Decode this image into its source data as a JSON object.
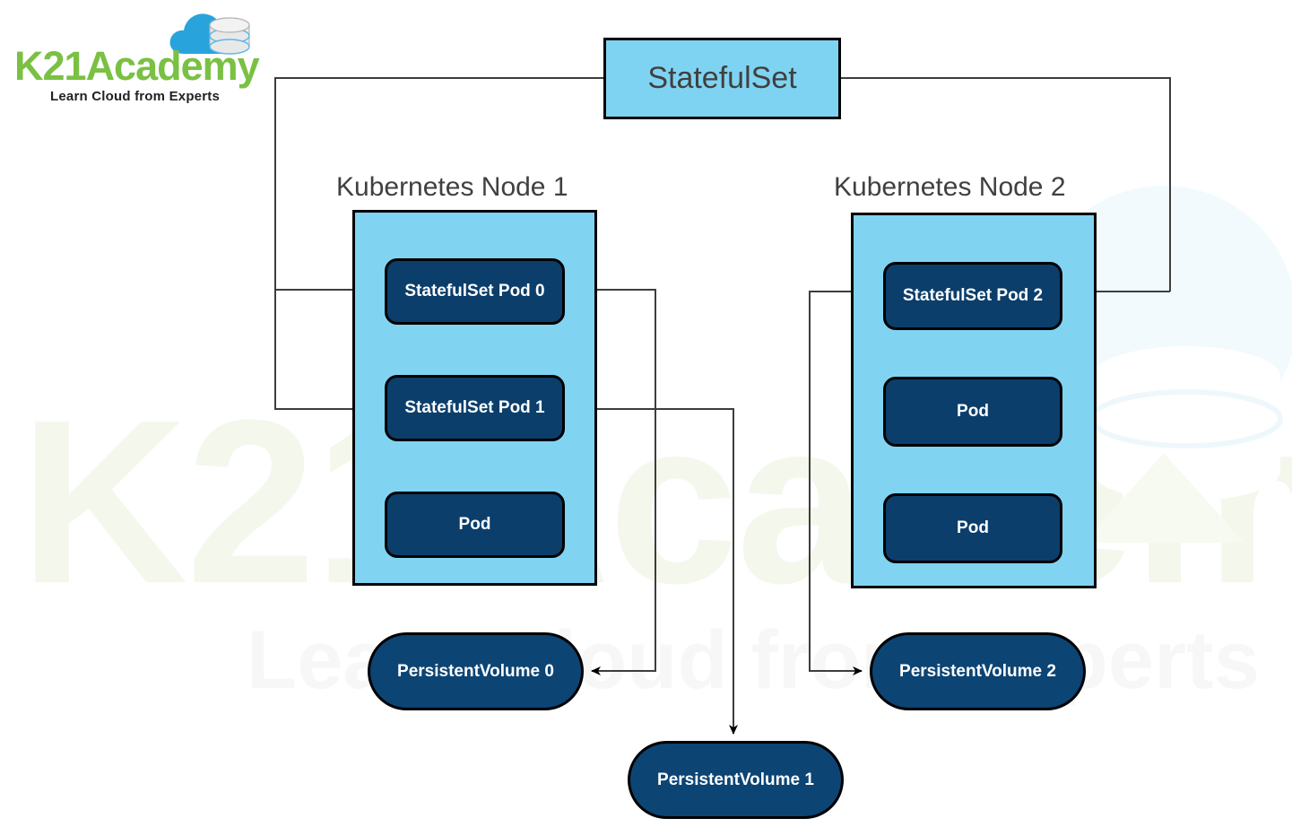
{
  "brand": {
    "logo_text_primary": "K21",
    "logo_text_secondary": "Academy",
    "logo_tagline": "Learn Cloud from Experts",
    "logo_icon": "cloud-database-icon",
    "watermark_text": "K21Academy",
    "watermark_tagline": "Learn Cloud from Experts",
    "green": "#7ac143",
    "blue": "#29a3dc"
  },
  "diagram": {
    "title": "StatefulSet",
    "controller": {
      "label": "StatefulSet"
    },
    "nodes": [
      {
        "title": "Kubernetes Node 1",
        "pods": [
          {
            "label": "StatefulSet Pod 0"
          },
          {
            "label": "StatefulSet Pod 1"
          },
          {
            "label": "Pod"
          }
        ]
      },
      {
        "title": "Kubernetes Node 2",
        "pods": [
          {
            "label": "StatefulSet Pod 2"
          },
          {
            "label": "Pod"
          },
          {
            "label": "Pod"
          }
        ]
      }
    ],
    "volumes": [
      {
        "label": "PersistentVolume 0"
      },
      {
        "label": "PersistentVolume 1"
      },
      {
        "label": "PersistentVolume 2"
      }
    ],
    "colors": {
      "controller_fill": "#7FD3F2",
      "node_fill": "#80D4F2",
      "pod_fill": "#0B3E6B",
      "volume_fill": "#0C4474",
      "stroke": "#000000",
      "edge": "#3a3a3a",
      "text_dark": "#404040",
      "text_light": "#ffffff"
    },
    "edges": [
      {
        "from": "StatefulSet",
        "to": "StatefulSet Pod 0",
        "arrow": "to"
      },
      {
        "from": "StatefulSet",
        "to": "StatefulSet Pod 1",
        "arrow": "to"
      },
      {
        "from": "StatefulSet",
        "to": "StatefulSet Pod 2",
        "arrow": "to"
      },
      {
        "from": "StatefulSet Pod 0",
        "to": "PersistentVolume 0",
        "arrow": "to"
      },
      {
        "from": "StatefulSet Pod 1",
        "to": "PersistentVolume 1",
        "arrow": "to"
      },
      {
        "from": "StatefulSet Pod 2",
        "to": "PersistentVolume 2",
        "arrow": "to"
      }
    ]
  }
}
